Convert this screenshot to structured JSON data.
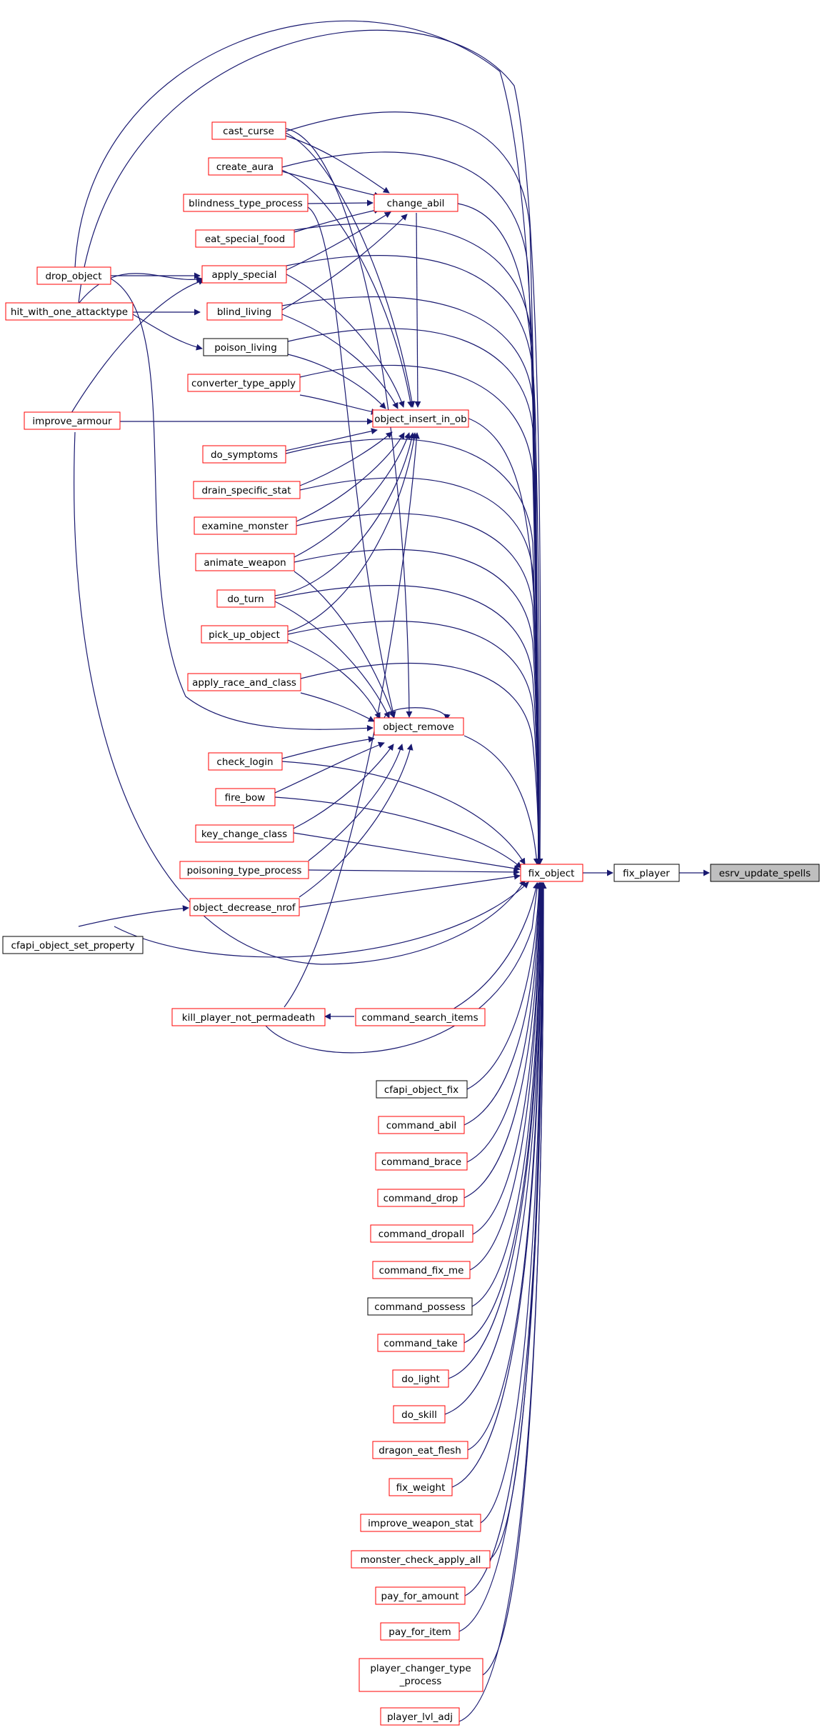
{
  "graph": {
    "nodes": {
      "esrv_update_spells": "esrv_update_spells",
      "fix_player": "fix_player",
      "fix_object": "fix_object",
      "change_abil": "change_abil",
      "object_insert_in_ob": "object_insert_in_ob",
      "object_remove": "object_remove",
      "cast_curse": "cast_curse",
      "create_aura": "create_aura",
      "blindness_type_process": "blindness_type_process",
      "eat_special_food": "eat_special_food",
      "apply_special": "apply_special",
      "blind_living": "blind_living",
      "poison_living": "poison_living",
      "converter_type_apply": "converter_type_apply",
      "do_symptoms": "do_symptoms",
      "drain_specific_stat": "drain_specific_stat",
      "examine_monster": "examine_monster",
      "animate_weapon": "animate_weapon",
      "do_turn": "do_turn",
      "pick_up_object": "pick_up_object",
      "apply_race_and_class": "apply_race_and_class",
      "check_login": "check_login",
      "fire_bow": "fire_bow",
      "key_change_class": "key_change_class",
      "poisoning_type_process": "poisoning_type_process",
      "object_decrease_nrof": "object_decrease_nrof",
      "drop_object": "drop_object",
      "hit_with_one_attacktype": "hit_with_one_attacktype",
      "improve_armour": "improve_armour",
      "cfapi_object_set_property": "cfapi_object_set_property",
      "kill_player_not_permadeath": "kill_player_not_permadeath",
      "command_search_items": "command_search_items",
      "cfapi_object_fix": "cfapi_object_fix",
      "command_abil": "command_abil",
      "command_brace": "command_brace",
      "command_drop": "command_drop",
      "command_dropall": "command_dropall",
      "command_fix_me": "command_fix_me",
      "command_possess": "command_possess",
      "command_take": "command_take",
      "do_light": "do_light",
      "do_skill": "do_skill",
      "dragon_eat_flesh": "dragon_eat_flesh",
      "fix_weight": "fix_weight",
      "improve_weapon_stat": "improve_weapon_stat",
      "monster_check_apply_all": "monster_check_apply_all",
      "pay_for_amount": "pay_for_amount",
      "pay_for_item": "pay_for_item",
      "player_changer_type_process_1": "player_changer_type",
      "player_changer_type_process_2": "_process",
      "player_lvl_adj": "player_lvl_adj"
    },
    "colors": {
      "edge": "#191970",
      "red_border": "#ff0000",
      "black_border": "#000000",
      "highlight_fill": "#bfbfbf"
    }
  }
}
